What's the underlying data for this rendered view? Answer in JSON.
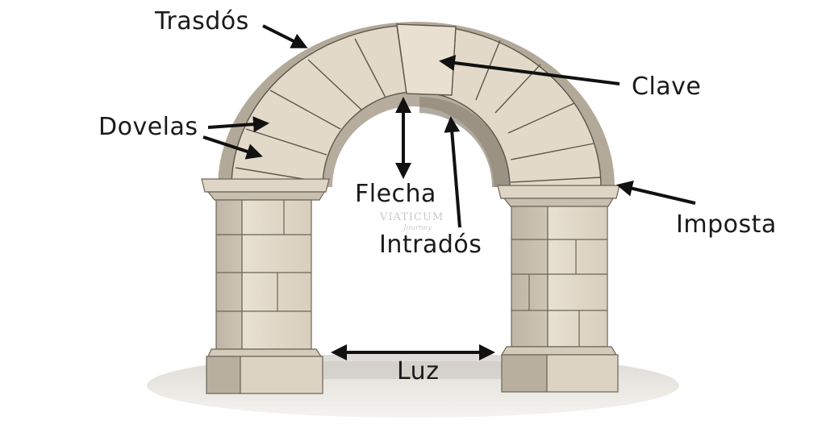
{
  "diagram": {
    "subject": "Stone arch with labeled parts",
    "labels": {
      "trasdos": "Trasdós",
      "dovelas": "Dovelas",
      "clave": "Clave",
      "flecha": "Flecha",
      "intrados": "Intradós",
      "imposta": "Imposta",
      "luz": "Luz"
    },
    "watermark": {
      "main": "VIATICUM",
      "sub": "Journey"
    },
    "colors": {
      "stone_light": "#e6ddcf",
      "stone_mid": "#d3c8b6",
      "stone_shadow": "#a79d8e",
      "stone_dark": "#8a8175",
      "mortar": "#5e564c",
      "ground": "#e2ded6",
      "arrow": "#111111",
      "text": "#1a1a1a"
    }
  }
}
